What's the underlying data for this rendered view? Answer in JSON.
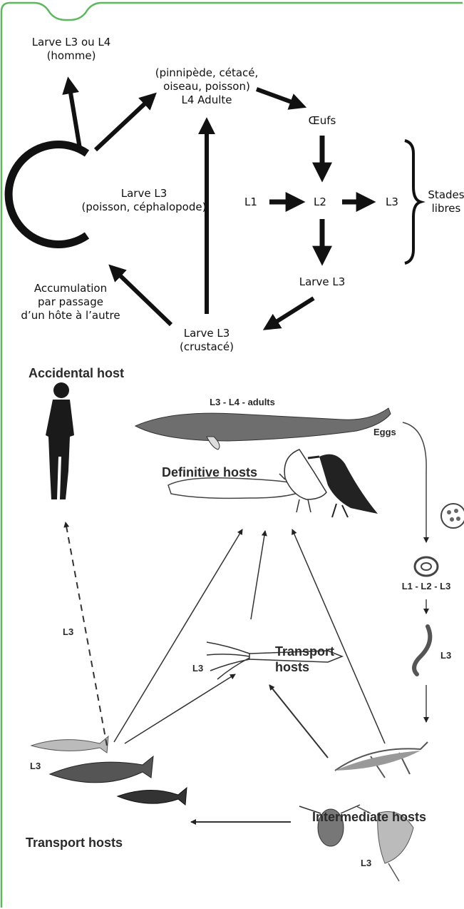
{
  "colors": {
    "frame_green": "#5cb85c",
    "ink": "#111111",
    "photo_gray": "#7a7a7a"
  },
  "top_cycle": {
    "larva_human": [
      "Larve L3 ou L4",
      "(homme)"
    ],
    "definitive_hosts": [
      "(pinnipède, cétacé,",
      "oiseau, poisson)",
      "L4 Adulte"
    ],
    "eggs": "Œufs",
    "larva_fish": [
      "Larve L3",
      "(poisson, céphalopode)"
    ],
    "l1": "L1",
    "l2": "L2",
    "l3": "L3",
    "free_stages": [
      "Stades",
      "libres"
    ],
    "larva_l3": "Larve L3",
    "accumulation": [
      "Accumulation",
      "par passage",
      "d’un hôte à l’autre"
    ],
    "larva_crustacean": [
      "Larve L3",
      "(crustacé)"
    ]
  },
  "bottom_cycle": {
    "accidental_host": "Accidental host",
    "l3_l4_adults": "L3 - L4 - adults",
    "eggs": "Eggs",
    "definitive_hosts": "Definitive hosts",
    "l1_l2_l3": "L1 - L2 - L3",
    "l3_label": "L3",
    "transport_hosts_squid": [
      "Transport",
      "hosts"
    ],
    "transport_hosts_fish": "Transport hosts",
    "intermediate_hosts": "Intermediate hosts"
  },
  "icons": [
    "human-silhouette-icon",
    "whale-icon",
    "seal-icon",
    "bird-icon",
    "cormorant-icon",
    "egg-icon",
    "larva-ring-icon",
    "worm-larva-icon",
    "squid-icon",
    "fish-icon",
    "cod-icon",
    "mackerel-icon",
    "krill-icon",
    "copepod-icon",
    "shrimp-icon"
  ]
}
